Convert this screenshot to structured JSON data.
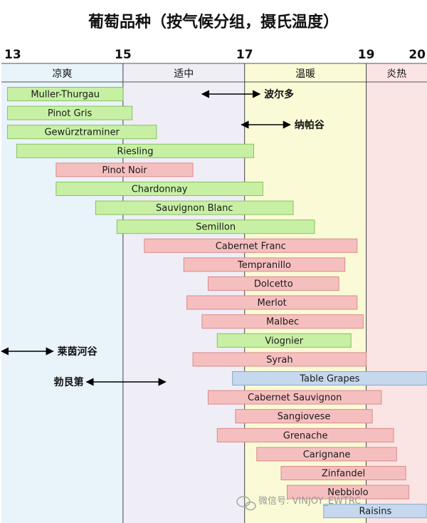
{
  "chart_data": {
    "type": "bar",
    "orientation": "horizontal-range",
    "title": "葡萄品种（按气候分组，摄氏温度）",
    "xlim": [
      13,
      20
    ],
    "x_ticks": [
      13,
      15,
      17,
      19,
      20
    ],
    "zones": [
      {
        "label": "凉爽",
        "from": 13,
        "to": 15,
        "color": "#e8f3fa"
      },
      {
        "label": "适中",
        "from": 15,
        "to": 17,
        "color": "#efeef6"
      },
      {
        "label": "温暖",
        "from": 17,
        "to": 19,
        "color": "#fafbd6"
      },
      {
        "label": "炎热",
        "from": 19,
        "to": 20,
        "color": "#fbe4e4"
      }
    ],
    "group_colors": {
      "white": {
        "fill": "#c7f0a4",
        "stroke": "#8ac060"
      },
      "red": {
        "fill": "#f6bfbf",
        "stroke": "#d88a8a"
      },
      "table": {
        "fill": "#c6d8ee",
        "stroke": "#8aa6c8"
      }
    },
    "series": [
      {
        "label": "Muller-Thurgau",
        "start": 13.1,
        "end": 15.0,
        "group": "white"
      },
      {
        "label": "Pinot Gris",
        "start": 13.1,
        "end": 15.15,
        "group": "white"
      },
      {
        "label": "Gewürztraminer",
        "start": 13.1,
        "end": 15.55,
        "group": "white"
      },
      {
        "label": "Riesling",
        "start": 13.25,
        "end": 17.15,
        "group": "white"
      },
      {
        "label": "Pinot Noir",
        "start": 13.9,
        "end": 16.15,
        "group": "red"
      },
      {
        "label": "Chardonnay",
        "start": 13.9,
        "end": 17.3,
        "group": "white"
      },
      {
        "label": "Sauvignon Blanc",
        "start": 14.55,
        "end": 17.8,
        "group": "white"
      },
      {
        "label": "Semillon",
        "start": 14.9,
        "end": 18.15,
        "group": "white"
      },
      {
        "label": "Cabernet Franc",
        "start": 15.35,
        "end": 18.85,
        "group": "red"
      },
      {
        "label": "Tempranillo",
        "start": 16.0,
        "end": 18.65,
        "group": "red"
      },
      {
        "label": "Dolcetto",
        "start": 16.4,
        "end": 18.55,
        "group": "red"
      },
      {
        "label": "Merlot",
        "start": 16.05,
        "end": 18.85,
        "group": "red"
      },
      {
        "label": "Malbec",
        "start": 16.3,
        "end": 18.95,
        "group": "red"
      },
      {
        "label": "Viognier",
        "start": 16.55,
        "end": 18.75,
        "group": "white"
      },
      {
        "label": "Syrah",
        "start": 16.15,
        "end": 19.0,
        "group": "red"
      },
      {
        "label": "Table Grapes",
        "start": 16.8,
        "end": 20.0,
        "group": "table"
      },
      {
        "label": "Cabernet Sauvignon",
        "start": 16.4,
        "end": 19.25,
        "group": "red"
      },
      {
        "label": "Sangiovese",
        "start": 16.85,
        "end": 19.1,
        "group": "red"
      },
      {
        "label": "Grenache",
        "start": 16.55,
        "end": 19.45,
        "group": "red"
      },
      {
        "label": "Carignane",
        "start": 17.2,
        "end": 19.5,
        "group": "red"
      },
      {
        "label": "Zinfandel",
        "start": 17.6,
        "end": 19.65,
        "group": "red"
      },
      {
        "label": "Nebbiolo",
        "start": 17.7,
        "end": 19.7,
        "group": "red"
      },
      {
        "label": "Raisins",
        "start": 18.3,
        "end": 20.0,
        "group": "table"
      }
    ],
    "region_markers": [
      {
        "label": "波尔多",
        "from": 16.3,
        "to": 17.25,
        "label_side": "right",
        "row_after": 0
      },
      {
        "label": "纳帕谷",
        "from": 16.95,
        "to": 17.75,
        "label_side": "right",
        "row_after": 1
      },
      {
        "label": "莱茵河谷",
        "from": 13.0,
        "to": 13.85,
        "label_side": "right",
        "row_after": 13
      },
      {
        "label": "勃艮第",
        "from": 14.4,
        "to": 15.7,
        "label_side": "left",
        "row_after": 15
      }
    ],
    "watermark": "微信号: VINJOY_EWTRC"
  }
}
